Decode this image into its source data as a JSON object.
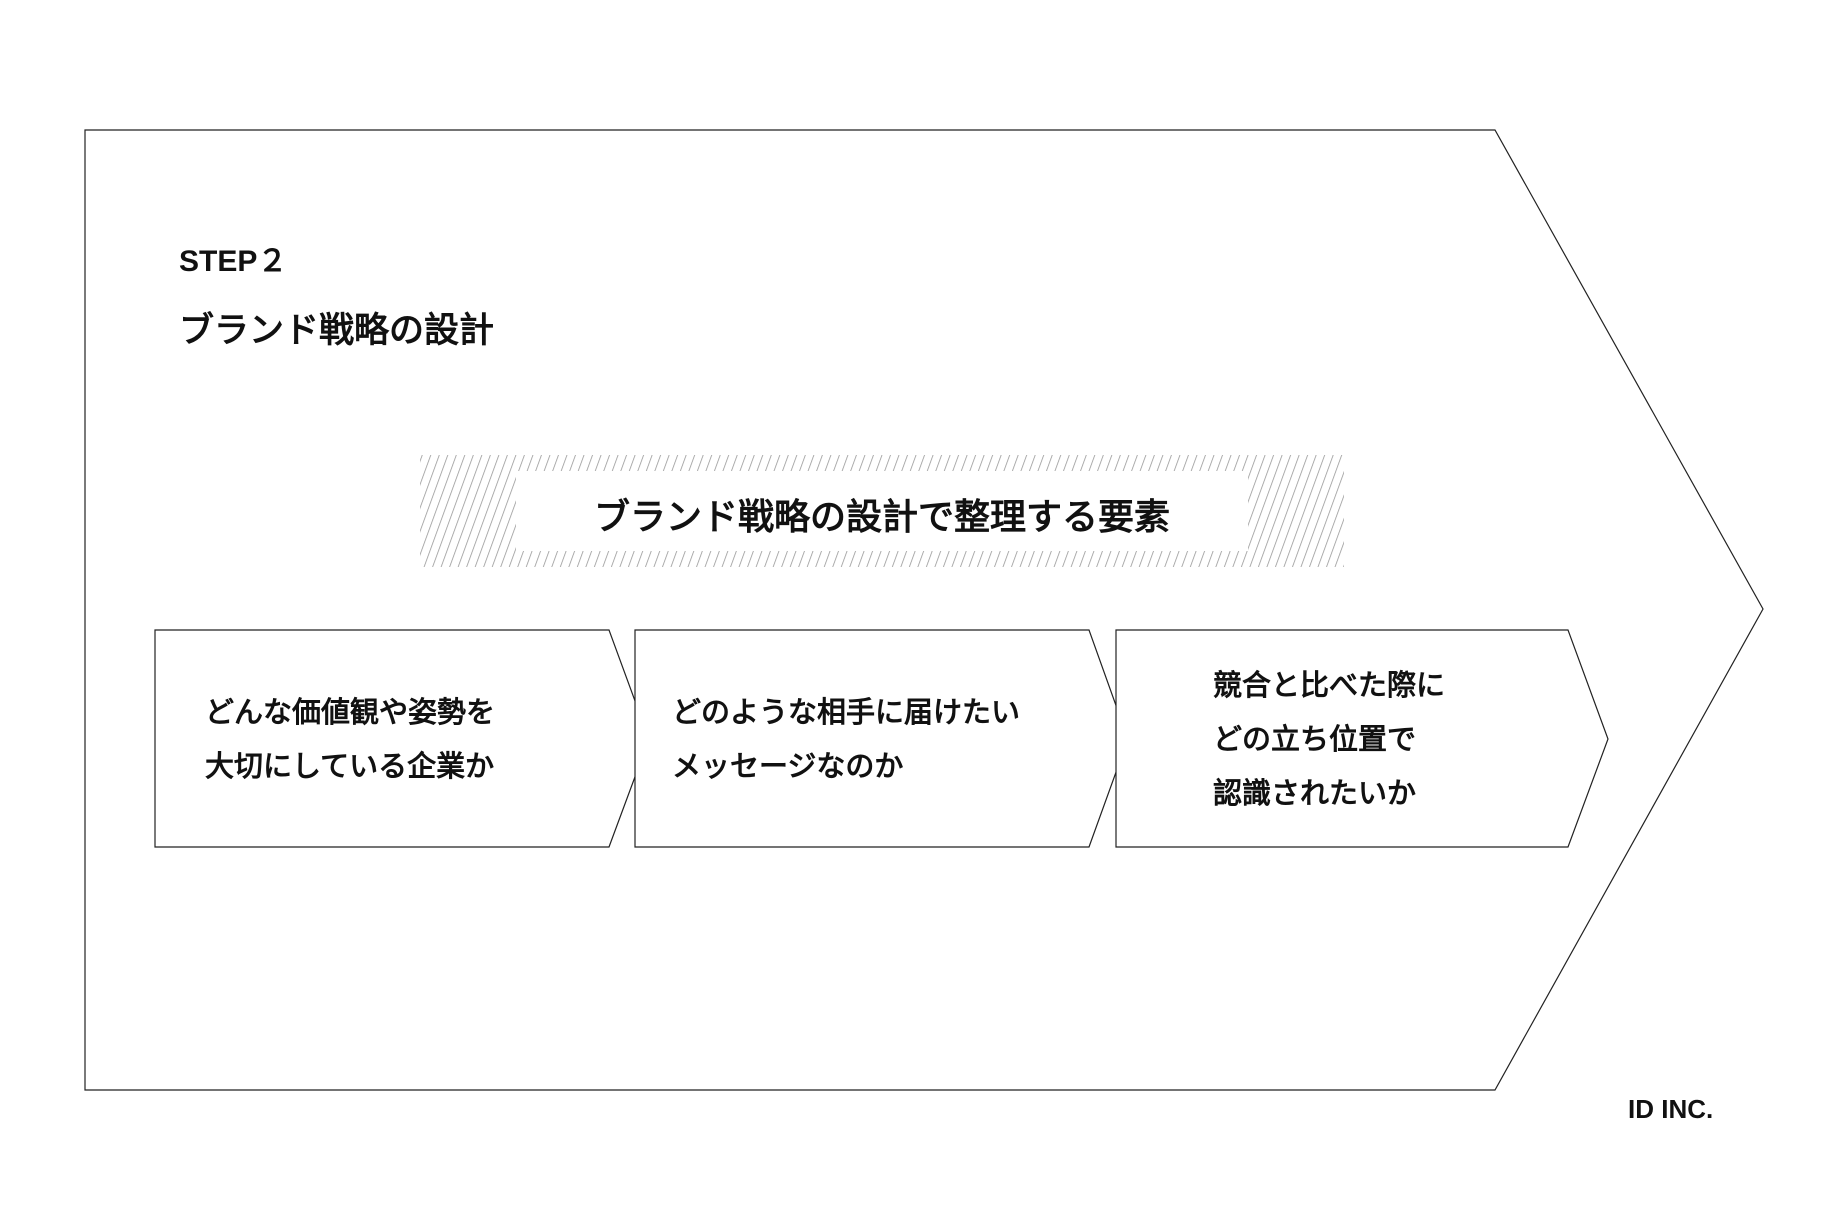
{
  "step_label": "STEP２",
  "title": "ブランド戦略の設計",
  "heading": "ブランド戦略の設計で整理する要素",
  "elements": [
    {
      "lines": [
        "どんな価値観や姿勢を",
        "大切にしている企業か"
      ]
    },
    {
      "lines": [
        "どのような相手に届けたい",
        "メッセージなのか"
      ]
    },
    {
      "lines": [
        "競合と比べた際に",
        "どの立ち位置で",
        "認識されたいか"
      ]
    }
  ],
  "company": "ID INC.",
  "colors": {
    "line": "#222222",
    "hatch": "#999999"
  }
}
